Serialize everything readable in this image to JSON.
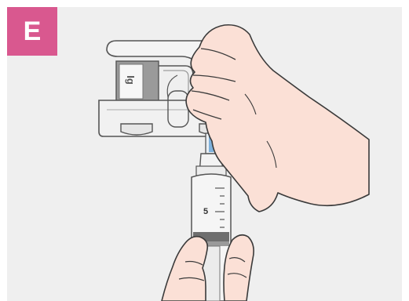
{
  "step": {
    "label": "E",
    "badge_color": "#d9588f"
  },
  "device": {
    "vial_label": "Ig"
  },
  "syringe": {
    "scale_label": "5"
  },
  "colors": {
    "panel_bg": "#efefef",
    "skin": "#fbe0d6",
    "skin_outline": "#3a3a3a",
    "adapter": "#f2f2f2",
    "vial": "#8c8c8c",
    "needle_blue": "#7fb2dd"
  },
  "icons": [
    "hand-holding-device-icon",
    "hand-holding-syringe-icon",
    "vial-adapter-icon",
    "syringe-icon"
  ]
}
